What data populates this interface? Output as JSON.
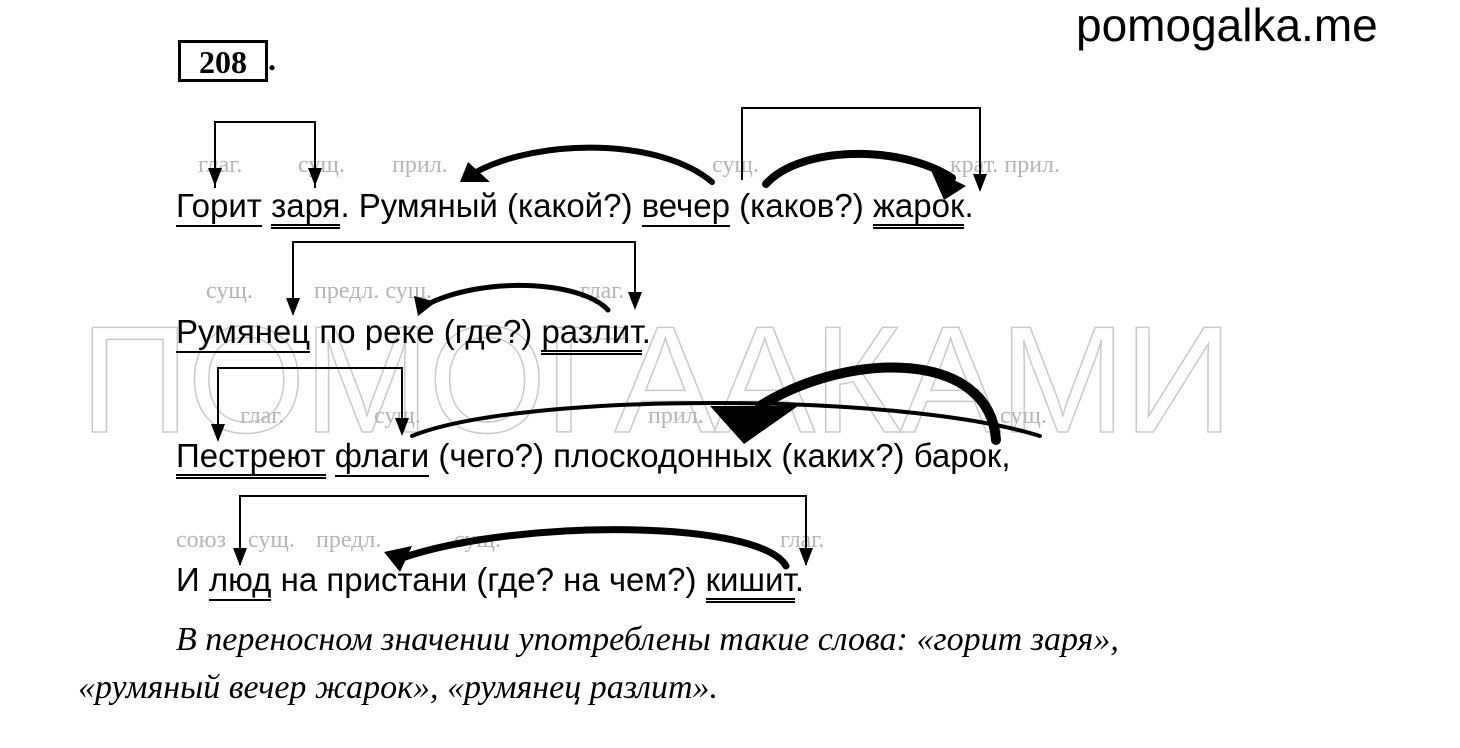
{
  "site": "pomogalka.me",
  "exercise_number": "208",
  "exercise_dot": ".",
  "watermark": "ПОМОГААКАМИ",
  "lines": [
    {
      "tags": [
        "глаг.",
        "сущ.",
        "прил.",
        "сущ.",
        "крат. прил."
      ],
      "words": [
        "Горит",
        "заря",
        ". Румяный (какой?)",
        "вечер",
        "(каков?)",
        "жарок",
        "."
      ]
    },
    {
      "tags": [
        "сущ.",
        "предл. сущ.",
        "глаг."
      ],
      "words": [
        "Румянец",
        "по реке (где?)",
        "разлит",
        "."
      ]
    },
    {
      "tags": [
        "глаг.",
        "сущ.",
        "прил.",
        "сущ."
      ],
      "words": [
        "Пестреют",
        "флаги",
        "(чего?) плоскодонных (каких?) барок,"
      ]
    },
    {
      "tags": [
        "союз",
        "сущ.",
        "предл.",
        "сущ.",
        "глаг."
      ],
      "words": [
        "И",
        "люд",
        "на пристани (где? на чем?)",
        "кишит",
        "."
      ]
    }
  ],
  "conclusion": {
    "line1": "В переносном значении употреблены такие слова: «горит заря»,",
    "line2": "«румяный вечер жарок», «румянец разлит»."
  }
}
